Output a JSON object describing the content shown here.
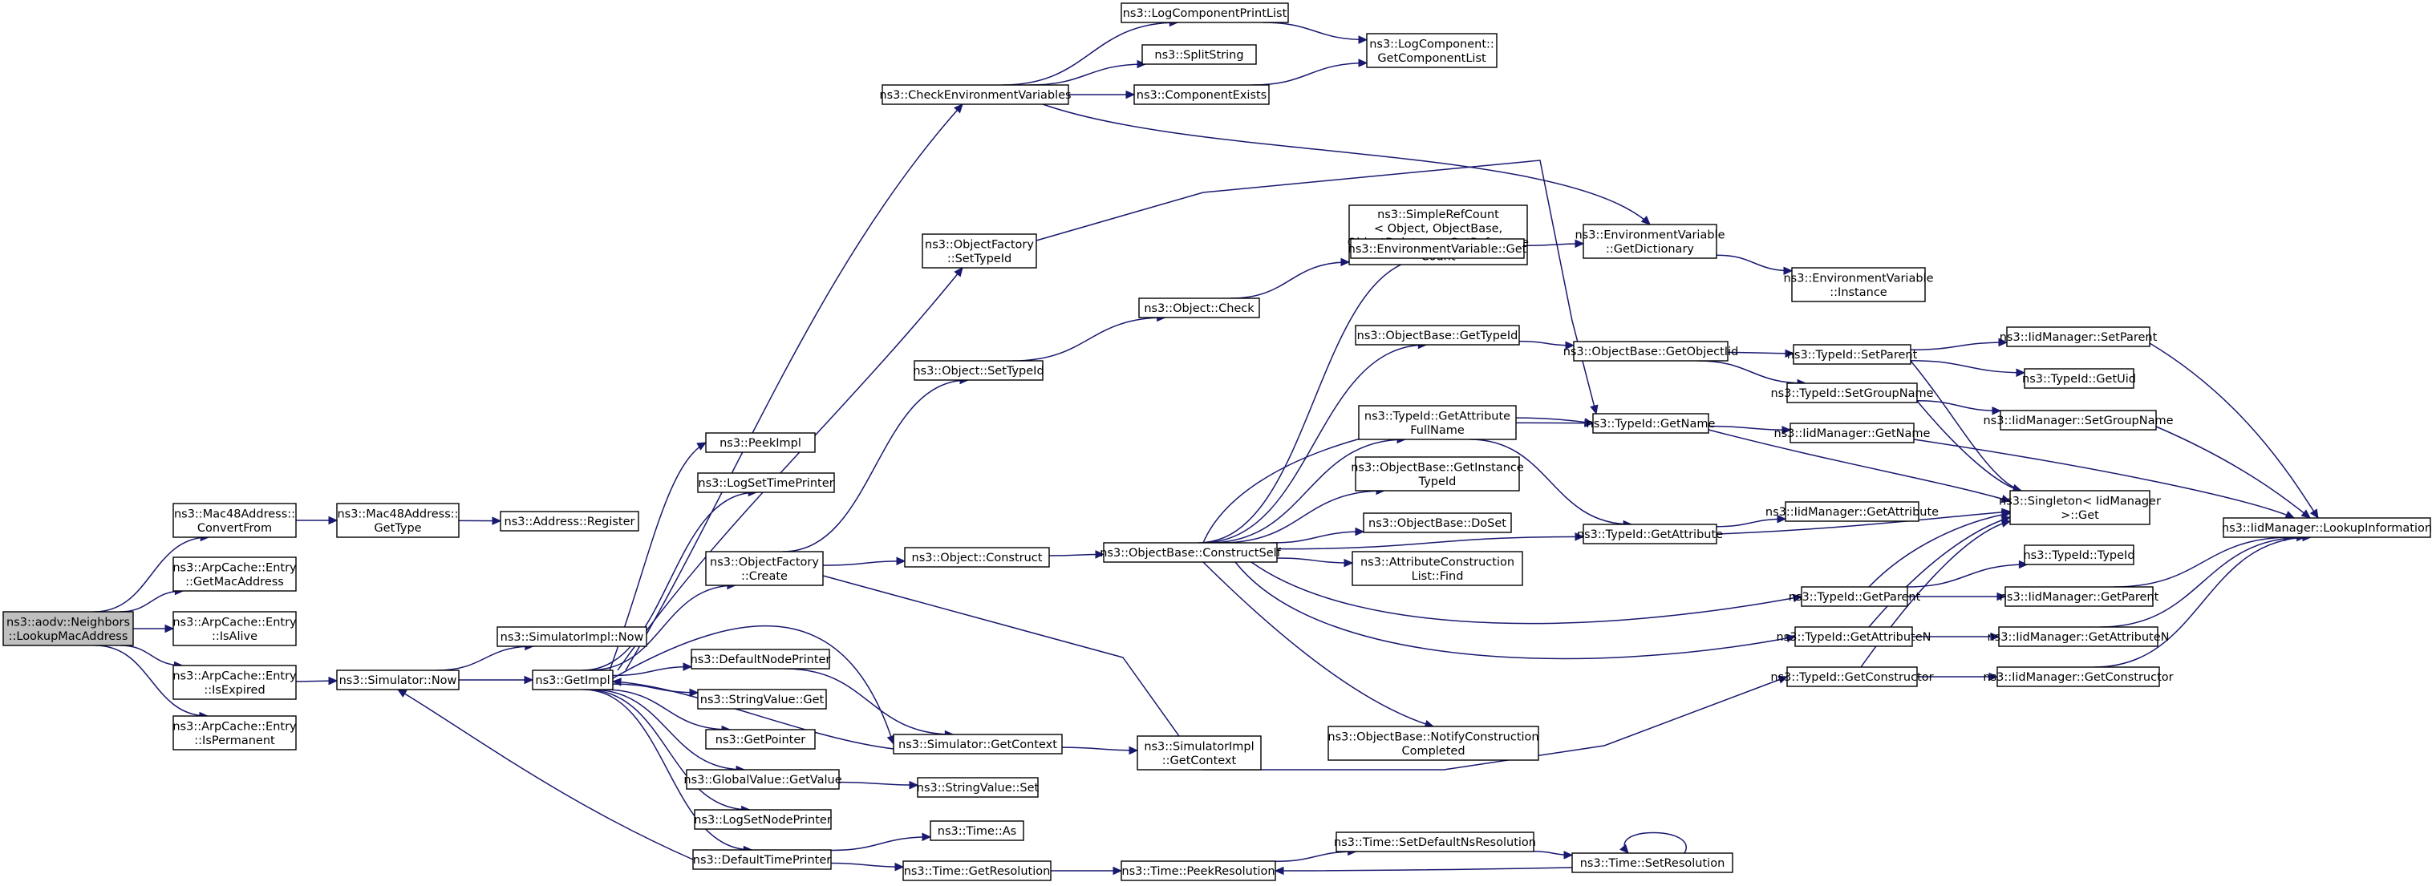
{
  "nodes": [
    {
      "id": "root",
      "lines": [
        "ns3::aodv::Neighbors",
        "::LookupMacAddress"
      ]
    },
    {
      "id": "mac48_convertfrom",
      "lines": [
        "ns3::Mac48Address::",
        "ConvertFrom"
      ]
    },
    {
      "id": "arp_getmac",
      "lines": [
        "ns3::ArpCache::Entry",
        "::GetMacAddress"
      ]
    },
    {
      "id": "arp_isalive",
      "lines": [
        "ns3::ArpCache::Entry",
        "::IsAlive"
      ]
    },
    {
      "id": "arp_isexpired",
      "lines": [
        "ns3::ArpCache::Entry",
        "::IsExpired"
      ]
    },
    {
      "id": "arp_ispermanent",
      "lines": [
        "ns3::ArpCache::Entry",
        "::IsPermanent"
      ]
    },
    {
      "id": "mac48_gettype",
      "lines": [
        "ns3::Mac48Address::",
        "GetType"
      ]
    },
    {
      "id": "address_register",
      "lines": [
        "ns3::Address::Register"
      ]
    },
    {
      "id": "simulator_now",
      "lines": [
        "ns3::Simulator::Now"
      ]
    },
    {
      "id": "simimpl_now",
      "lines": [
        "ns3::SimulatorImpl::Now"
      ]
    },
    {
      "id": "getimpl",
      "lines": [
        "ns3::GetImpl"
      ]
    },
    {
      "id": "peekimpl",
      "lines": [
        "ns3::PeekImpl"
      ]
    },
    {
      "id": "logsettimeprinter",
      "lines": [
        "ns3::LogSetTimePrinter"
      ]
    },
    {
      "id": "objfactory_create",
      "lines": [
        "ns3::ObjectFactory",
        "::Create"
      ]
    },
    {
      "id": "defaultnodeprinter",
      "lines": [
        "ns3::DefaultNodePrinter"
      ]
    },
    {
      "id": "stringvalue_get",
      "lines": [
        "ns3::StringValue::Get"
      ]
    },
    {
      "id": "getpointer",
      "lines": [
        "ns3::GetPointer"
      ]
    },
    {
      "id": "globalvalue_getvalue",
      "lines": [
        "ns3::GlobalValue::GetValue"
      ]
    },
    {
      "id": "logsetnodeprinter",
      "lines": [
        "ns3::LogSetNodePrinter"
      ]
    },
    {
      "id": "defaulttimeprinter",
      "lines": [
        "ns3::DefaultTimePrinter"
      ]
    },
    {
      "id": "checkenv",
      "lines": [
        "ns3::CheckEnvironmentVariables"
      ]
    },
    {
      "id": "objfactory_settypeid",
      "lines": [
        "ns3::ObjectFactory",
        "::SetTypeId"
      ]
    },
    {
      "id": "object_settypeid",
      "lines": [
        "ns3::Object::SetTypeId"
      ]
    },
    {
      "id": "object_construct",
      "lines": [
        "ns3::Object::Construct"
      ]
    },
    {
      "id": "simulator_getcontext",
      "lines": [
        "ns3::Simulator::GetContext"
      ]
    },
    {
      "id": "stringvalue_set",
      "lines": [
        "ns3::StringValue::Set"
      ]
    },
    {
      "id": "time_as",
      "lines": [
        "ns3::Time::As"
      ]
    },
    {
      "id": "time_getresolution",
      "lines": [
        "ns3::Time::GetResolution"
      ]
    },
    {
      "id": "logcomponentprintlist",
      "lines": [
        "ns3::LogComponentPrintList"
      ]
    },
    {
      "id": "splitstring",
      "lines": [
        "ns3::SplitString"
      ]
    },
    {
      "id": "componentexists",
      "lines": [
        "ns3::ComponentExists"
      ]
    },
    {
      "id": "logcomponent_getlist",
      "lines": [
        "ns3::LogComponent::",
        "GetComponentList"
      ]
    },
    {
      "id": "object_check",
      "lines": [
        "ns3::Object::Check"
      ]
    },
    {
      "id": "simplerefcount",
      "lines": [
        "ns3::SimpleRefCount",
        "< Object, ObjectBase,",
        "ObjectDeleter >::GetReference",
        "Count"
      ]
    },
    {
      "id": "objbase_constructself",
      "lines": [
        "ns3::ObjectBase::ConstructSelf"
      ]
    },
    {
      "id": "simimpl_getcontext",
      "lines": [
        "ns3::SimulatorImpl",
        "::GetContext"
      ]
    },
    {
      "id": "time_peekresolution",
      "lines": [
        "ns3::Time::PeekResolution"
      ]
    },
    {
      "id": "envvar_get",
      "lines": [
        "ns3::EnvironmentVariable::Get"
      ]
    },
    {
      "id": "objbase_gettypeid",
      "lines": [
        "ns3::ObjectBase::GetTypeId"
      ]
    },
    {
      "id": "typeid_getattrfullname",
      "lines": [
        "ns3::TypeId::GetAttribute",
        "FullName"
      ]
    },
    {
      "id": "objbase_getinstancetypeid",
      "lines": [
        "ns3::ObjectBase::GetInstance",
        "TypeId"
      ]
    },
    {
      "id": "objbase_doset",
      "lines": [
        "ns3::ObjectBase::DoSet"
      ]
    },
    {
      "id": "attrconstruction_find",
      "lines": [
        "ns3::AttributeConstruction",
        "List::Find"
      ]
    },
    {
      "id": "objbase_notify",
      "lines": [
        "ns3::ObjectBase::NotifyConstruction",
        "Completed"
      ]
    },
    {
      "id": "time_setdefaultns",
      "lines": [
        "ns3::Time::SetDefaultNsResolution"
      ]
    },
    {
      "id": "envvar_getdictionary",
      "lines": [
        "ns3::EnvironmentVariable",
        "::GetDictionary"
      ]
    },
    {
      "id": "objbase_getobjectiid",
      "lines": [
        "ns3::ObjectBase::GetObjectIid"
      ]
    },
    {
      "id": "typeid_getname",
      "lines": [
        "ns3::TypeId::GetName"
      ]
    },
    {
      "id": "typeid_getattribute",
      "lines": [
        "ns3::TypeId::GetAttribute"
      ]
    },
    {
      "id": "time_setresolution",
      "lines": [
        "ns3::Time::SetResolution"
      ]
    },
    {
      "id": "envvar_instance",
      "lines": [
        "ns3::EnvironmentVariable",
        "::Instance"
      ]
    },
    {
      "id": "typeid_setparent",
      "lines": [
        "ns3::TypeId::SetParent"
      ]
    },
    {
      "id": "typeid_setgroupname",
      "lines": [
        "ns3::TypeId::SetGroupName"
      ]
    },
    {
      "id": "iidmgr_getname",
      "lines": [
        "ns3::IidManager::GetName"
      ]
    },
    {
      "id": "iidmgr_getattribute",
      "lines": [
        "ns3::IidManager::GetAttribute"
      ]
    },
    {
      "id": "typeid_getparent",
      "lines": [
        "ns3::TypeId::GetParent"
      ]
    },
    {
      "id": "typeid_getattributen",
      "lines": [
        "ns3::TypeId::GetAttributeN"
      ]
    },
    {
      "id": "typeid_getconstructor",
      "lines": [
        "ns3::TypeId::GetConstructor"
      ]
    },
    {
      "id": "iidmgr_setparent",
      "lines": [
        "ns3::IidManager::SetParent"
      ]
    },
    {
      "id": "typeid_getuid",
      "lines": [
        "ns3::TypeId::GetUid"
      ]
    },
    {
      "id": "iidmgr_setgroupname",
      "lines": [
        "ns3::IidManager::SetGroupName"
      ]
    },
    {
      "id": "singleton_get",
      "lines": [
        "ns3::Singleton< IidManager",
        ">::Get"
      ]
    },
    {
      "id": "typeid_typeid",
      "lines": [
        "ns3::TypeId::TypeId"
      ]
    },
    {
      "id": "iidmgr_getparent",
      "lines": [
        "ns3::IidManager::GetParent"
      ]
    },
    {
      "id": "iidmgr_getattributen",
      "lines": [
        "ns3::IidManager::GetAttributeN"
      ]
    },
    {
      "id": "iidmgr_getconstructor",
      "lines": [
        "ns3::IidManager::GetConstructor"
      ]
    },
    {
      "id": "iidmgr_lookupinfo",
      "lines": [
        "ns3::IidManager::LookupInformation"
      ]
    }
  ],
  "edges": [
    [
      "root",
      "mac48_convertfrom"
    ],
    [
      "root",
      "arp_getmac"
    ],
    [
      "root",
      "arp_isalive"
    ],
    [
      "root",
      "arp_isexpired"
    ],
    [
      "root",
      "arp_ispermanent"
    ],
    [
      "mac48_convertfrom",
      "mac48_gettype"
    ],
    [
      "mac48_gettype",
      "address_register"
    ],
    [
      "arp_isexpired",
      "simulator_now"
    ],
    [
      "simulator_now",
      "simimpl_now"
    ],
    [
      "simulator_now",
      "getimpl"
    ],
    [
      "getimpl",
      "peekimpl"
    ],
    [
      "getimpl",
      "logsettimeprinter"
    ],
    [
      "getimpl",
      "objfactory_create"
    ],
    [
      "getimpl",
      "defaultnodeprinter"
    ],
    [
      "getimpl",
      "stringvalue_get"
    ],
    [
      "getimpl",
      "getpointer"
    ],
    [
      "getimpl",
      "globalvalue_getvalue"
    ],
    [
      "getimpl",
      "logsetnodeprinter"
    ],
    [
      "getimpl",
      "defaulttimeprinter"
    ],
    [
      "getimpl",
      "checkenv"
    ],
    [
      "getimpl",
      "objfactory_settypeid"
    ],
    [
      "getimpl",
      "simulator_getcontext"
    ],
    [
      "defaulttimeprinter",
      "simulator_now"
    ],
    [
      "defaulttimeprinter",
      "time_as"
    ],
    [
      "defaulttimeprinter",
      "time_getresolution"
    ],
    [
      "defaultnodeprinter",
      "simulator_getcontext"
    ],
    [
      "simulator_getcontext",
      "getimpl"
    ],
    [
      "simulator_getcontext",
      "simimpl_getcontext"
    ],
    [
      "globalvalue_getvalue",
      "stringvalue_set"
    ],
    [
      "objfactory_create",
      "object_settypeid"
    ],
    [
      "objfactory_create",
      "object_construct"
    ],
    [
      "objfactory_create",
      "typeid_getconstructor"
    ],
    [
      "object_settypeid",
      "object_check"
    ],
    [
      "object_check",
      "simplerefcount"
    ],
    [
      "object_construct",
      "objbase_constructself"
    ],
    [
      "checkenv",
      "logcomponentprintlist"
    ],
    [
      "checkenv",
      "splitstring"
    ],
    [
      "checkenv",
      "componentexists"
    ],
    [
      "checkenv",
      "envvar_getdictionary"
    ],
    [
      "logcomponentprintlist",
      "logcomponent_getlist"
    ],
    [
      "componentexists",
      "logcomponent_getlist"
    ],
    [
      "objfactory_settypeid",
      "typeid_getname"
    ],
    [
      "objbase_constructself",
      "envvar_get"
    ],
    [
      "objbase_constructself",
      "objbase_gettypeid"
    ],
    [
      "objbase_constructself",
      "typeid_getname"
    ],
    [
      "objbase_constructself",
      "typeid_getattrfullname"
    ],
    [
      "objbase_constructself",
      "objbase_getinstancetypeid"
    ],
    [
      "objbase_constructself",
      "objbase_doset"
    ],
    [
      "objbase_constructself",
      "attrconstruction_find"
    ],
    [
      "objbase_constructself",
      "objbase_notify"
    ],
    [
      "objbase_constructself",
      "typeid_getattribute"
    ],
    [
      "objbase_constructself",
      "typeid_getparent"
    ],
    [
      "objbase_constructself",
      "typeid_getattributen"
    ],
    [
      "envvar_get",
      "envvar_getdictionary"
    ],
    [
      "envvar_getdictionary",
      "envvar_instance"
    ],
    [
      "objbase_gettypeid",
      "objbase_getobjectiid"
    ],
    [
      "objbase_getobjectiid",
      "typeid_setparent"
    ],
    [
      "objbase_getobjectiid",
      "typeid_setgroupname"
    ],
    [
      "typeid_getattrfullname",
      "typeid_getname"
    ],
    [
      "typeid_getattrfullname",
      "typeid_getattribute"
    ],
    [
      "typeid_getname",
      "iidmgr_getname"
    ],
    [
      "typeid_getname",
      "singleton_get"
    ],
    [
      "typeid_getattribute",
      "iidmgr_getattribute"
    ],
    [
      "typeid_getattribute",
      "singleton_get"
    ],
    [
      "time_getresolution",
      "time_peekresolution"
    ],
    [
      "time_peekresolution",
      "time_setdefaultns"
    ],
    [
      "time_setdefaultns",
      "time_setresolution"
    ],
    [
      "time_setresolution",
      "time_setresolution"
    ],
    [
      "time_setresolution",
      "time_peekresolution"
    ],
    [
      "typeid_setparent",
      "iidmgr_setparent"
    ],
    [
      "typeid_setparent",
      "typeid_getuid"
    ],
    [
      "typeid_setparent",
      "singleton_get"
    ],
    [
      "typeid_setgroupname",
      "iidmgr_setgroupname"
    ],
    [
      "typeid_setgroupname",
      "singleton_get"
    ],
    [
      "typeid_getparent",
      "typeid_typeid"
    ],
    [
      "typeid_getparent",
      "iidmgr_getparent"
    ],
    [
      "typeid_getparent",
      "singleton_get"
    ],
    [
      "typeid_getattributen",
      "iidmgr_getattributen"
    ],
    [
      "typeid_getattributen",
      "singleton_get"
    ],
    [
      "typeid_getconstructor",
      "iidmgr_getconstructor"
    ],
    [
      "typeid_getconstructor",
      "singleton_get"
    ],
    [
      "iidmgr_setparent",
      "iidmgr_lookupinfo"
    ],
    [
      "iidmgr_setgroupname",
      "iidmgr_lookupinfo"
    ],
    [
      "iidmgr_getname",
      "iidmgr_lookupinfo"
    ],
    [
      "iidmgr_getparent",
      "iidmgr_lookupinfo"
    ],
    [
      "iidmgr_getattributen",
      "iidmgr_lookupinfo"
    ],
    [
      "iidmgr_getconstructor",
      "iidmgr_lookupinfo"
    ]
  ]
}
